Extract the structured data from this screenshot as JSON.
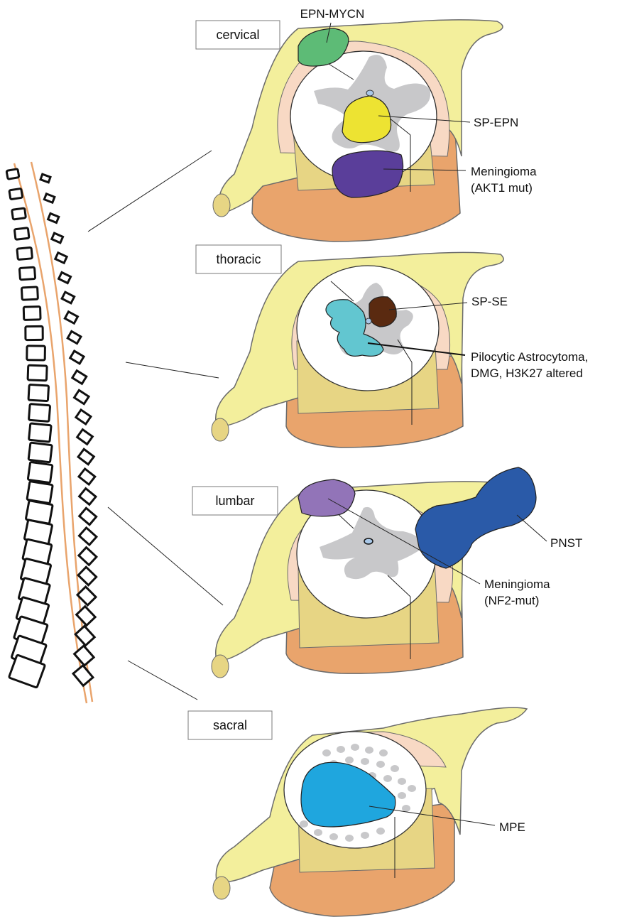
{
  "levels": {
    "cervical": "cervical",
    "thoracic": "thoracic",
    "lumbar": "lumbar",
    "sacral": "sacral"
  },
  "tumors": {
    "epn_mycn": "EPN-MYCN",
    "sp_epn": "SP-EPN",
    "meningioma_akt1_line1": "Meningioma",
    "meningioma_akt1_line2": "(AKT1 mut)",
    "sp_se": "SP-SE",
    "pilocytic_line1": "Pilocytic Astrocytoma,",
    "pilocytic_line2": "DMG, H3K27 altered",
    "pnst": "PNST",
    "meningioma_nf2_line1": "Meningioma",
    "meningioma_nf2_line2": "(NF2-mut)",
    "mpe": "MPE"
  },
  "colors": {
    "epn_mycn": "#5dbb76",
    "sp_epn": "#ede332",
    "meningioma_akt1": "#5a3e9a",
    "sp_se": "#5a2a10",
    "pilocytic": "#62c6d0",
    "pnst": "#2a5aa8",
    "meningioma_nf2": "#9274b8",
    "mpe": "#1fa6de",
    "bone_body": "#e9a46c",
    "ligament": "#f3ef9c",
    "dura": "#f8d9c4",
    "vertebra_inner": "#e7d584",
    "gray_matter": "#c8c8ca",
    "spine_cord_line": "#e9a46c"
  }
}
